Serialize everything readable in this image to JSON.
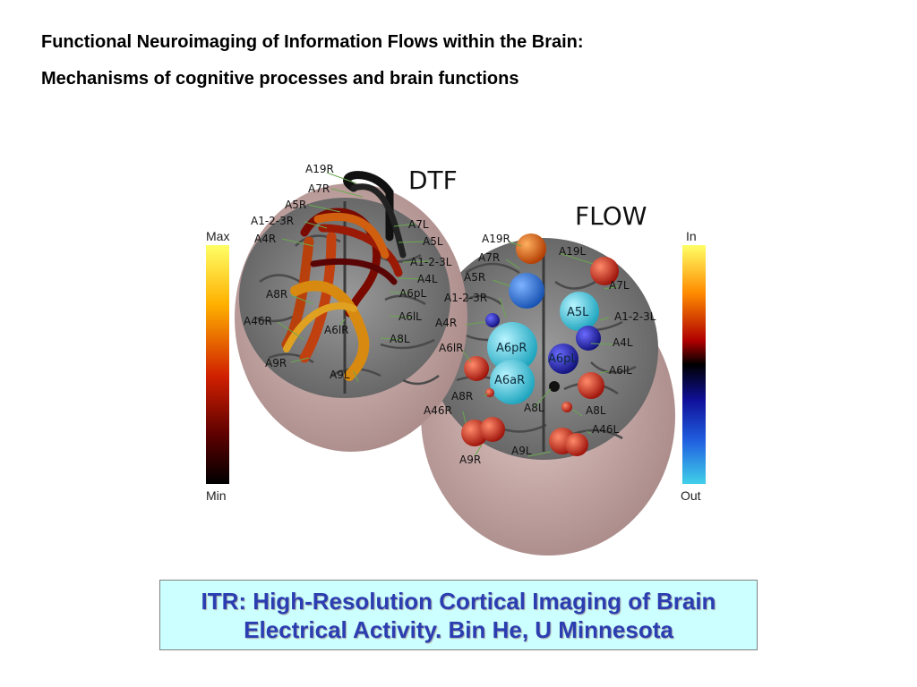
{
  "slide": {
    "title_line1": "Functional Neuroimaging of Information Flows within the Brain:",
    "title_line2": "Mechanisms of cognitive processes and brain functions"
  },
  "figure": {
    "dtf_heading": "DTF",
    "flow_heading": "FLOW",
    "dtf_colorbar": {
      "top_label": "Max",
      "bottom_label": "Min"
    },
    "flow_colorbar": {
      "top_label": "In",
      "bottom_label": "Out"
    },
    "dtf_labels": [
      "A19R",
      "A7R",
      "A5R",
      "A1-2-3R",
      "A4R",
      "A8R",
      "A46R",
      "A9R",
      "A7L",
      "A5L",
      "A1-2-3L",
      "A4L",
      "A6pL",
      "A6lL",
      "A6lR",
      "A8L",
      "A9L"
    ],
    "flow_labels": [
      "A19R",
      "A7R",
      "A19L",
      "A5R",
      "A1-2-3R",
      "A7L",
      "A5L",
      "A1-2-3L",
      "A4R",
      "A6pR",
      "A6lR",
      "A6pL",
      "A4L",
      "A6lL",
      "A6aR",
      "A8R",
      "A46R",
      "A8L",
      "A8L",
      "A46L",
      "A9R",
      "A9L"
    ],
    "flow_ball_labels": {
      "a6pr": "A6pR",
      "a6ar": "A6aR",
      "a5l": "A5L",
      "a6pl": "A6pL"
    }
  },
  "caption": {
    "line1": "ITR: High-Resolution Cortical Imaging of Brain",
    "line2": "Electrical Activity. Bin He, U Minnesota"
  },
  "colors": {
    "caption_text": "#2a3eb1",
    "caption_bg": "#ccffff",
    "head_skin": "#c8a8a6",
    "brain_gray": "#7d7d7d"
  }
}
